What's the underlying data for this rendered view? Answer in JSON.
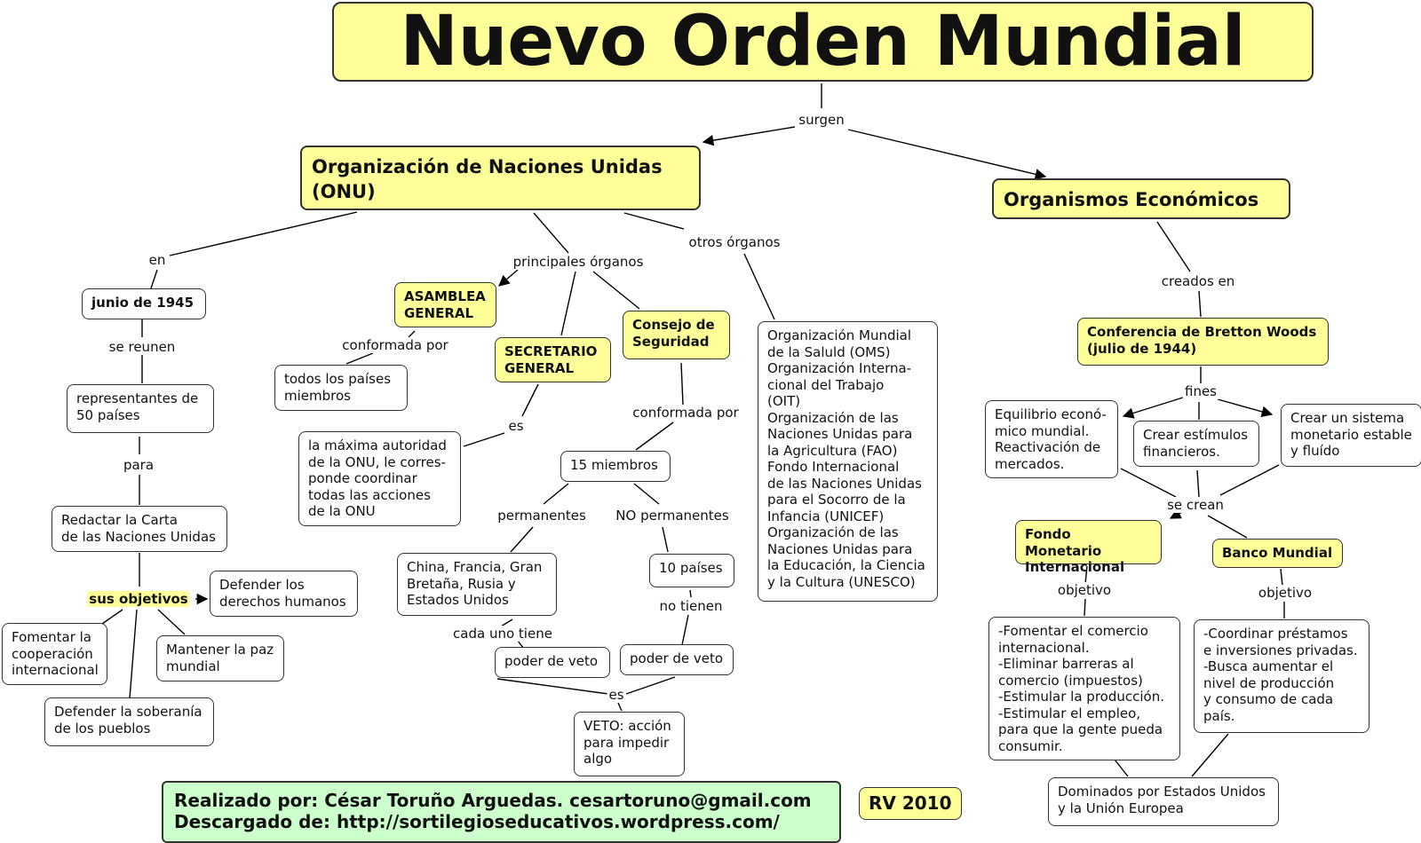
{
  "title": "Nuevo Orden Mundial",
  "nodes": {
    "onu": "Organización de Naciones Unidas\n(ONU)",
    "economicos": "Organismos Económicos",
    "junio": "junio de 1945",
    "representantes": "representantes de\n50 países",
    "carta": "Redactar la Carta\nde las Naciones Unidas",
    "derechos": "Defender los\nderechos humanos",
    "fomentar": "Fomentar la\ncooperación\ninternacional",
    "paz": "Mantener la paz\nmundial",
    "soberania": "Defender la soberanía\nde los pueblos",
    "asamblea": "ASAMBLEA\nGENERAL",
    "todos": "todos los países\nmiembros",
    "secretario": "SECRETARIO\nGENERAL",
    "autoridad": "la máxima autoridad\nde la ONU, le corres-\nponde coordinar\ntodas las acciones\nde la ONU",
    "consejo": "Consejo de\nSeguridad",
    "quince": "15 miembros",
    "china": "China, Francia, Gran\nBretaña, Rusia y\nEstados Unidos",
    "diez": "10 países",
    "veto1": "poder de veto",
    "veto2": "poder de veto",
    "veto_def": "VETO: acción\npara impedir\nalgo",
    "otros": "Organización Mundial\nde la Saluld (OMS)\nOrganización Interna-\ncional del Trabajo\n(OIT)\nOrganización de las\nNaciones Unidas para\nla Agricultura (FAO)\nFondo Internacional\nde las Naciones Unidas\npara el Socorro de la\nInfancia (UNICEF)\nOrganización de las\nNaciones Unidas para\nla Educación, la Ciencia\ny la Cultura (UNESCO)",
    "bretton": "Conferencia de Bretton Woods\n(julio de 1944)",
    "equilibrio": "Equilibrio econó-\nmico mundial.\nReactivación de\nmercados.",
    "estimulos": "Crear estímulos\nfinancieros.",
    "sistema": "Crear un sistema\nmonetario estable\ny fluído",
    "fmi": "Fondo Monetario\nInternacional",
    "banco": "Banco Mundial",
    "fmi_obj": "-Fomentar el comercio\ninternacional.\n-Eliminar barreras al\ncomercio (impuestos)\n-Estimular la producción.\n-Estimular el empleo,\npara que la gente pueda\nconsumir.",
    "banco_obj": "-Coordinar préstamos\ne inversiones privadas.\n-Busca aumentar el\nnivel de producción\ny consumo de cada\npaís.",
    "dominados": "Dominados por Estados Unidos\ny la Unión Europea",
    "footer": "Realizado por: César Toruño Arguedas. cesartoruno@gmail.com\nDescargado de: http://sortilegioseducativos.wordpress.com/",
    "rv": "RV 2010"
  },
  "labels": {
    "surgen": "surgen",
    "en": "en",
    "principales": "principales órganos",
    "otros_organos": "otros órganos",
    "se_reunen": "se reunen",
    "para": "para",
    "sus_objetivos": "sus objetivos",
    "conformada1": "conformada por",
    "es1": "es",
    "conformada2": "conformada por",
    "permanentes": "permanentes",
    "no_permanentes": "NO permanentes",
    "cada_uno": "cada uno tiene",
    "no_tienen": "no tienen",
    "es2": "es",
    "creados": "creados en",
    "fines": "fines",
    "se_crean": "se crean",
    "objetivo1": "objetivo",
    "objetivo2": "objetivo"
  }
}
